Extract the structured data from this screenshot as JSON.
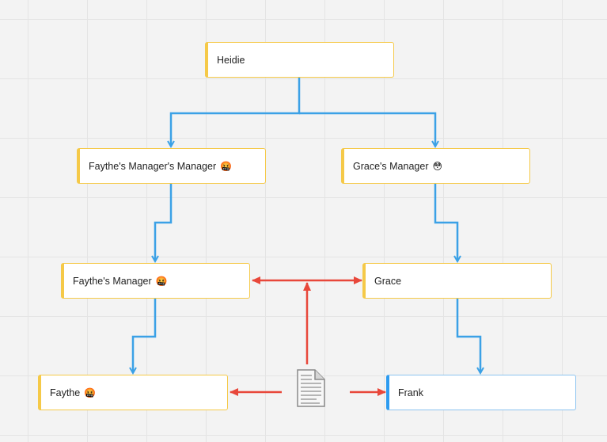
{
  "nodes": {
    "heidie": {
      "label": "Heidie"
    },
    "ffmm": {
      "label": "Faythe's Manager's Manager",
      "emoji": "🤬"
    },
    "gm": {
      "label": "Grace's Manager",
      "emoji": "😳"
    },
    "fm": {
      "label": "Faythe's Manager",
      "emoji": "🤬"
    },
    "grace": {
      "label": "Grace"
    },
    "faythe": {
      "label": "Faythe",
      "emoji": "🤬"
    },
    "frank": {
      "label": "Frank"
    }
  },
  "colors": {
    "hierarchy_edge": "#3ba1e6",
    "message_edge": "#e8473a",
    "node_accent": "#f5c948",
    "selected_accent": "#2d9bf0"
  },
  "icons": {
    "document": "document-icon"
  }
}
